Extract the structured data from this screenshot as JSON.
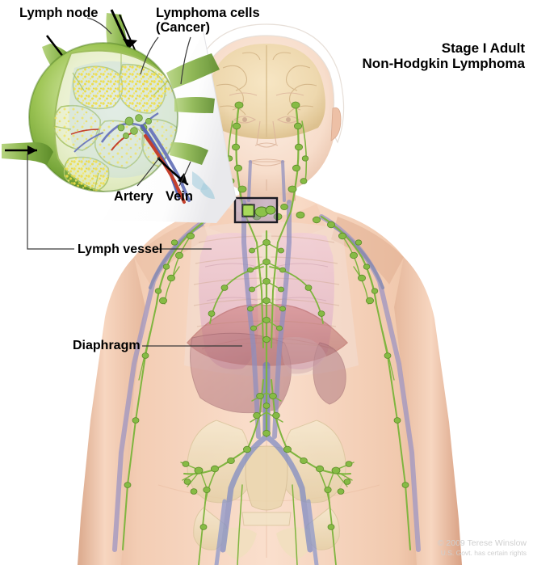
{
  "figure": {
    "kind": "medical-illustration",
    "title_line1": "Stage I Adult",
    "title_line2": "Non-Hodgkin Lymphoma",
    "background_color": "#ffffff"
  },
  "labels": {
    "lymph_node": "Lymph node",
    "lymphoma_cells_line1": "Lymphoma cells",
    "lymphoma_cells_line2": "(Cancer)",
    "artery": "Artery",
    "vein": "Vein",
    "lymph_vessel": "Lymph vessel",
    "diaphragm": "Diaphragm"
  },
  "credit": {
    "line1": "© 2009 Terese Winslow",
    "line2": "U.S. Govt. has certain rights"
  },
  "colors": {
    "lymph_node_capsule": "#7fae3f",
    "lymph_node_capsule_dark": "#4e7d22",
    "lymph_node_capsule_light": "#b9d57f",
    "lymphoma_stipple": "#f2e35a",
    "node_interior": "#eef3d8",
    "node_sinus": "#bcd8e4",
    "artery_red": "#c8442f",
    "vein_blue": "#5566b4",
    "skin": "#f6d3bd",
    "skin_shadow": "#e3b79e",
    "lung_pink": "#e8bdc9",
    "diaphragm_red": "#b5595a",
    "liver": "#b97c86",
    "bone_cream": "#efe0bd",
    "lymph_green": "#7fb53f",
    "vessel_violet": "#9a93c4",
    "brain_tan": "#f0dcb4",
    "highlight_box_border": "#1a1a22",
    "highlight_box_fill": "#9b8fc0",
    "label_text": "#000000",
    "credit_text": "#cfcfcf",
    "leader_line": "#3a3a3a"
  },
  "anatomy": {
    "inset_subject": "lymph-node-cross-section",
    "body_view": "anterior-male-torso-head",
    "organs_depicted": [
      "brain",
      "lungs",
      "heart-region",
      "diaphragm",
      "liver",
      "spleen",
      "stomach",
      "pelvis",
      "ribs",
      "lymphatic-vessels",
      "lymph-nodes"
    ],
    "highlight_region": "left-supraclavicular-lymph-nodes"
  }
}
